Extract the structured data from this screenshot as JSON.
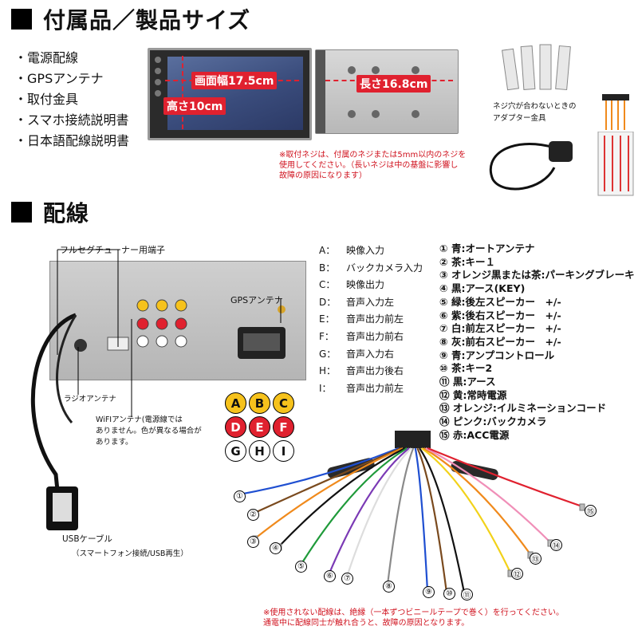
{
  "section1": {
    "title": "付属品／製品サイズ"
  },
  "accessories": [
    "電源配線",
    "GPSアンテナ",
    "取付金具",
    "スマホ接続説明書",
    "日本語配線説明書"
  ],
  "dimensions": {
    "screen_width_label": "画面幅17.5cm",
    "height_label": "高さ10cm",
    "length_label": "長さ16.8cm"
  },
  "adapter_caption": "ネジ穴が合わないときの\nアダプター金具",
  "screw_note": "※取付ネジは、付属のネジまたは5mm以内のネジを\n使用してください。（長いネジは中の基盤に影響し\n故障の原因になります）",
  "section2": {
    "title": "配線"
  },
  "rear_labels": {
    "fullseg": "フルセグチューナー用端子",
    "gps": "GPSアンテナ",
    "radio": "ラジオアンテナ",
    "wifi": "WiFIアンテナ(電源線では\nありません。色が異なる場合が\nあります。",
    "usb": "USBケーブル",
    "usb_sub": "（スマートフォン接続/USB再生）"
  },
  "connectors": [
    {
      "key": "A：",
      "label": "映像入力"
    },
    {
      "key": "B：",
      "label": "バックカメラ入力"
    },
    {
      "key": "C：",
      "label": "映像出力"
    },
    {
      "key": "D：",
      "label": "音声入力左"
    },
    {
      "key": "E：",
      "label": "音声出力前左"
    },
    {
      "key": "F：",
      "label": "音声出力前右"
    },
    {
      "key": "G：",
      "label": "音声入力右"
    },
    {
      "key": "H：",
      "label": "音声出力後右"
    },
    {
      "key": "I：",
      "label": "音声出力前左"
    }
  ],
  "connector_badges": [
    {
      "letter": "A",
      "color": "#f6c21c"
    },
    {
      "letter": "B",
      "color": "#f6c21c"
    },
    {
      "letter": "C",
      "color": "#f6c21c"
    },
    {
      "letter": "D",
      "color": "#e0212f"
    },
    {
      "letter": "E",
      "color": "#e0212f"
    },
    {
      "letter": "F",
      "color": "#e0212f"
    },
    {
      "letter": "G",
      "color": "#ffffff"
    },
    {
      "letter": "H",
      "color": "#ffffff"
    },
    {
      "letter": "I",
      "color": "#ffffff"
    }
  ],
  "wires": [
    {
      "num": "①",
      "text": "青:オートアンテナ",
      "color": "#1f4fd1"
    },
    {
      "num": "②",
      "text": "茶:キー１",
      "color": "#7a4a1e"
    },
    {
      "num": "③",
      "text": "オレンジ黒または茶:パーキングブレーキ",
      "color": "#f08a1c"
    },
    {
      "num": "④",
      "text": "黒:アース(KEY)",
      "color": "#111111"
    },
    {
      "num": "⑤",
      "text": "緑:後左スピーカー　+/-",
      "color": "#1f9a3a"
    },
    {
      "num": "⑥",
      "text": "紫:後右スピーカー　+/-",
      "color": "#7b3ab5"
    },
    {
      "num": "⑦",
      "text": "白:前左スピーカー　+/-",
      "color": "#dddddd"
    },
    {
      "num": "⑧",
      "text": "灰:前右スピーカー　+/-",
      "color": "#8a8a8a"
    },
    {
      "num": "⑨",
      "text": "青:アンプコントロール",
      "color": "#1f4fd1"
    },
    {
      "num": "⑩",
      "text": "茶:キー2",
      "color": "#7a4a1e"
    },
    {
      "num": "⑪",
      "text": "黒:アース",
      "color": "#111111"
    },
    {
      "num": "⑫",
      "text": "黄:常時電源",
      "color": "#f2d21a"
    },
    {
      "num": "⑬",
      "text": "オレンジ:イルミネーションコード",
      "color": "#f08a1c"
    },
    {
      "num": "⑭",
      "text": "ピンク:バックカメラ",
      "color": "#f08fb8"
    },
    {
      "num": "⑮",
      "text": "赤:ACC電源",
      "color": "#e0212f"
    }
  ],
  "bottom_note": "※使用されない配線は、絶縁（一本ずつビニールテープで巻く）を行ってください。\n通電中に配線同士が触れ合うと、故障の原因となります。"
}
